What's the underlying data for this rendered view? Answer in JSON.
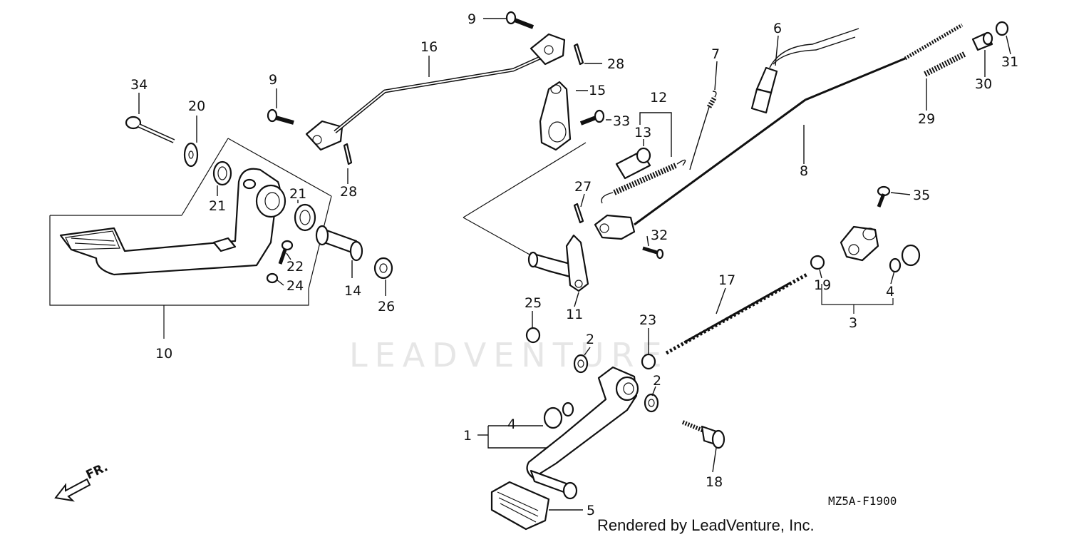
{
  "diagram": {
    "code": "MZ5A-F1900",
    "credit": "Rendered by LeadVenture, Inc.",
    "watermark": "LEADVENTURE",
    "fr_label": "FR.",
    "callouts": {
      "c1": "1",
      "c2a": "2",
      "c2b": "2",
      "c3": "3",
      "c4a": "4",
      "c4b": "4",
      "c5": "5",
      "c6": "6",
      "c7": "7",
      "c8": "8",
      "c9a": "9",
      "c9b": "9",
      "c10": "10",
      "c11": "11",
      "c12": "12",
      "c13": "13",
      "c14": "14",
      "c15": "15",
      "c16": "16",
      "c17": "17",
      "c18": "18",
      "c19": "19",
      "c20": "20",
      "c21a": "21",
      "c21b": "21",
      "c22": "22",
      "c23": "23",
      "c24": "24",
      "c25": "25",
      "c26": "26",
      "c27": "27",
      "c28a": "28",
      "c28b": "28",
      "c29": "29",
      "c30": "30",
      "c31": "31",
      "c32": "32",
      "c33": "33",
      "c34": "34",
      "c35": "35"
    }
  }
}
